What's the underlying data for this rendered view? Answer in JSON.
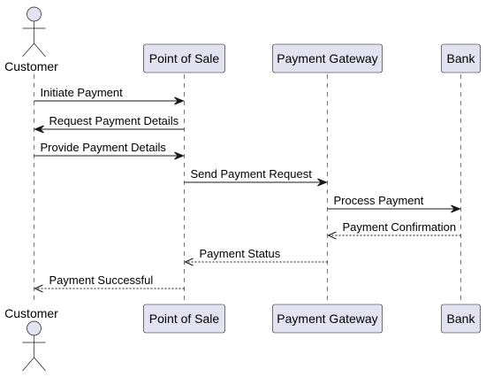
{
  "diagram": {
    "colors": {
      "participant_fill": "#E2E2F0",
      "line": "#181818",
      "text": "#000000"
    },
    "participants": [
      {
        "id": "customer",
        "label": "Customer",
        "kind": "actor"
      },
      {
        "id": "pos",
        "label": "Point of Sale",
        "kind": "box"
      },
      {
        "id": "gateway",
        "label": "Payment Gateway",
        "kind": "box"
      },
      {
        "id": "bank",
        "label": "Bank",
        "kind": "box"
      }
    ],
    "messages": [
      {
        "from": "customer",
        "to": "pos",
        "label": "Initiate Payment",
        "style": "solid"
      },
      {
        "from": "pos",
        "to": "customer",
        "label": "Request Payment Details",
        "style": "solid"
      },
      {
        "from": "customer",
        "to": "pos",
        "label": "Provide Payment Details",
        "style": "solid"
      },
      {
        "from": "pos",
        "to": "gateway",
        "label": "Send Payment Request",
        "style": "solid"
      },
      {
        "from": "gateway",
        "to": "bank",
        "label": "Process Payment",
        "style": "solid"
      },
      {
        "from": "bank",
        "to": "gateway",
        "label": "Payment Confirmation",
        "style": "dashed"
      },
      {
        "from": "gateway",
        "to": "pos",
        "label": "Payment Status",
        "style": "dashed"
      },
      {
        "from": "pos",
        "to": "customer",
        "label": "Payment Successful",
        "style": "dashed"
      }
    ]
  }
}
